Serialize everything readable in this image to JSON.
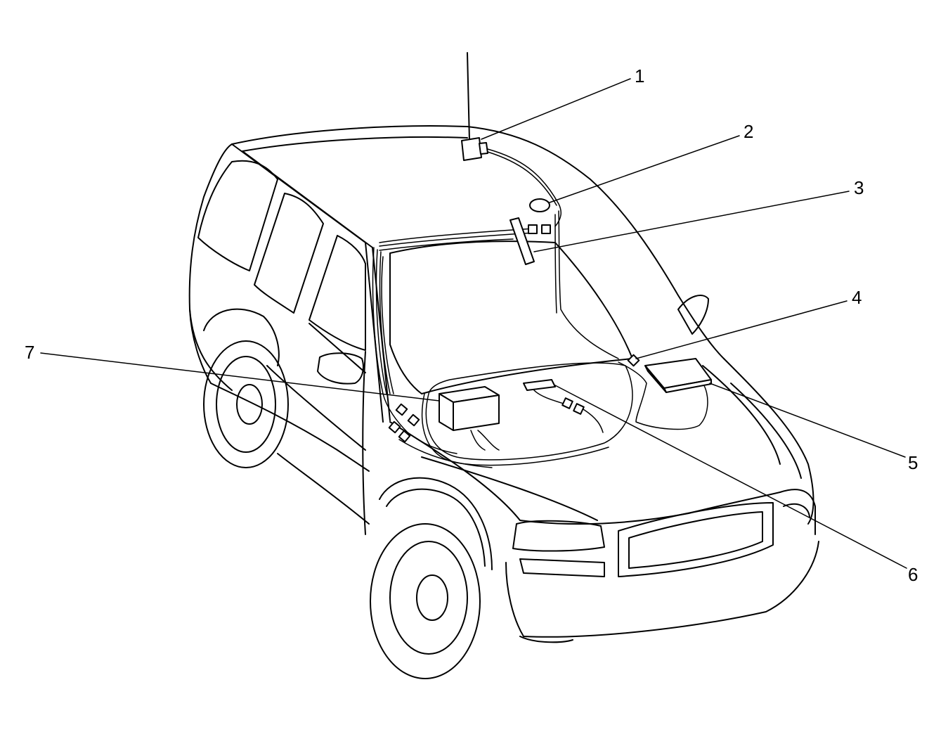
{
  "callouts": [
    {
      "number": "1"
    },
    {
      "number": "2"
    },
    {
      "number": "3"
    },
    {
      "number": "4"
    },
    {
      "number": "5"
    },
    {
      "number": "6"
    },
    {
      "number": "7"
    }
  ]
}
